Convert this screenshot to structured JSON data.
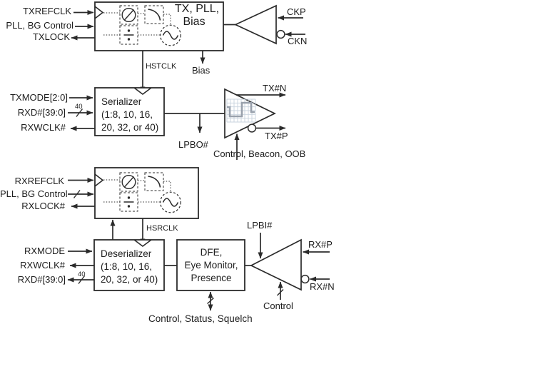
{
  "tx": {
    "refclk_label": "TXREFCLK",
    "pll_bg_label": "PLL, BG Control",
    "lock_label": "TXLOCK",
    "pll_block": {
      "title_line1": "TX, PLL,",
      "title_line2": "Bias"
    },
    "hstclk_label": "HSTCLK",
    "bias_label": "Bias",
    "clock_buffer": {
      "ckp_label": "CKP",
      "ckn_label": "CKN"
    },
    "serializer": {
      "line1": "Serializer",
      "line2": "(1:8, 10, 16,",
      "line3": "20, 32, or 40)"
    },
    "txmode_label": "TXMODE[2:0]",
    "rxd_label": "RXD#[39:0]",
    "rxd_bus_width": "40",
    "rxwclk_label": "RXWCLK#",
    "lpbo_label": "LPBO#",
    "driver": {
      "txn_label": "TX#N",
      "txp_label": "TX#P",
      "control_label": "Control, Beacon, OOB"
    }
  },
  "rx": {
    "refclk_label": "RXREFCLK",
    "pll_bg_label": "PLL, BG Control",
    "lock_label": "RXLOCK#",
    "hsrclk_label": "HSRCLK",
    "deserializer": {
      "line1": "Deserializer",
      "line2": "(1:8, 10, 16,",
      "line3": "20, 32, or 40)"
    },
    "rxmode_label": "RXMODE",
    "rxwclk_label": "RXWCLK#",
    "rxd_label": "RXD#[39:0]",
    "rxd_bus_width": "40",
    "dfe": {
      "line1": "DFE,",
      "line2": "Eye Monitor,",
      "line3": "Presence"
    },
    "lpbi_label": "LPBI#",
    "amp": {
      "rxp_label": "RX#P",
      "rxn_label": "RX#N",
      "control_label": "Control"
    },
    "dfe_port_label": "Control, Status, Squelch"
  },
  "colors": {
    "line": "#2b2b2b",
    "eye_grid": "#c9d3de",
    "eye_wave": "#99a1ac",
    "background": "#ffffff"
  }
}
